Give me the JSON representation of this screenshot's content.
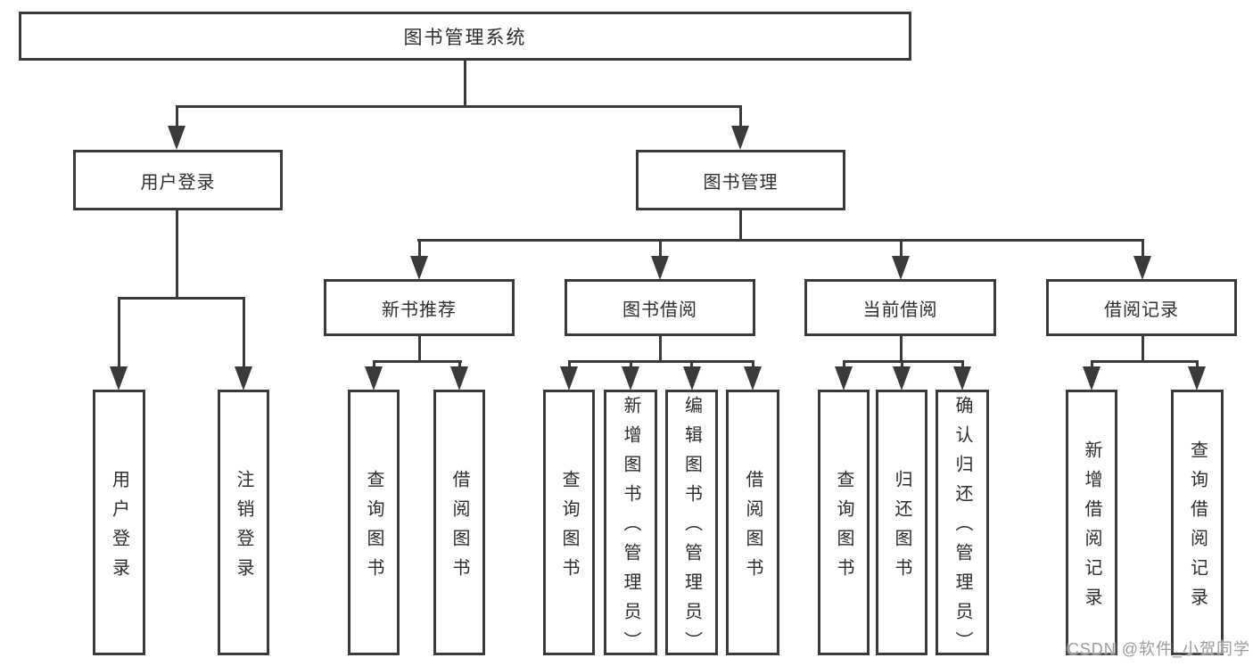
{
  "nodes": {
    "root": "图书管理系统",
    "l2": [
      "用户登录",
      "图书管理"
    ],
    "l3": [
      "新书推荐",
      "图书借阅",
      "当前借阅",
      "借阅记录"
    ],
    "l4": {
      "user_login": [
        "用户登录",
        "注销登录"
      ],
      "new_books": [
        "查询图书",
        "借阅图书"
      ],
      "borrow": [
        "查询图书",
        "新增图书（管理员）",
        "编辑图书（管理员）",
        "借阅图书"
      ],
      "current": [
        "查询图书",
        "归还图书",
        "确认归还（管理员）"
      ],
      "records": [
        "新增借阅记录",
        "查询借阅记录"
      ]
    }
  },
  "watermark": "CSDN @软件_小贺同学",
  "colors": {
    "line": "#3a3a3a",
    "text": "#2d2d2d",
    "watermark": "#9b9ba1",
    "background": "#ffffff"
  }
}
